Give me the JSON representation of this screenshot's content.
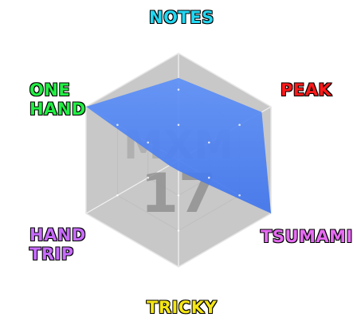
{
  "chart_data": {
    "type": "radar",
    "axes": [
      {
        "key": "notes",
        "label": "NOTES",
        "color": "#22d8f2",
        "value": 0.77
      },
      {
        "key": "peak",
        "label": "PEAK",
        "color": "#ff1a1a",
        "value": 0.9
      },
      {
        "key": "tsumami",
        "label": "TSUMAMI",
        "color": "#e66cf2",
        "value": 1.0
      },
      {
        "key": "tricky",
        "label": "TRICKY",
        "color": "#f5e614",
        "value": 0.1
      },
      {
        "key": "hand_trip",
        "label_lines": [
          "HAND",
          "TRIP"
        ],
        "color": "#c86bff",
        "value": 0.1
      },
      {
        "key": "one_hand",
        "label_lines": [
          "ONE",
          "HAND"
        ],
        "color": "#22ee44",
        "value": 1.0
      }
    ],
    "fill_color": "#4f86f7",
    "background_color": "#c7c7c7",
    "grid": true
  },
  "watermark": {
    "difficulty": "MXM",
    "level": "17"
  }
}
